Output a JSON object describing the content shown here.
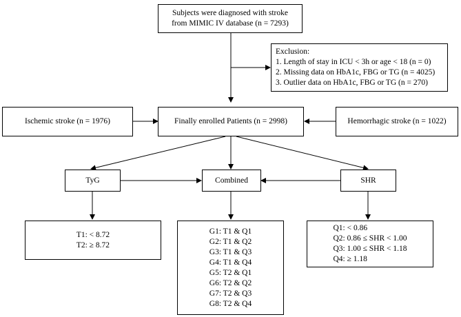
{
  "top": {
    "line1": "Subjects were diagnosed with stroke",
    "line2": "from MIMIC IV database (n = 7293)"
  },
  "exclusion": {
    "title": "Exclusion:",
    "items": [
      "1. Length of stay in ICU  < 3h or age  < 18 (n = 0)",
      "2. Missing data on HbA1c, FBG or TG (n = 4025)",
      "3. Outlier data on HbA1c, FBG or TG (n = 270)"
    ]
  },
  "ischemic": "Ischemic stroke (n = 1976)",
  "enrolled": "Finally enrolled Patients (n = 2998)",
  "hemorrhagic": "Hemorrhagic stroke (n = 1022)",
  "tyg": "TyG",
  "combined": "Combined",
  "shr": "SHR",
  "tyg_groups": [
    "T1: < 8.72",
    "T2: ≥ 8.72"
  ],
  "combined_groups": [
    "G1: T1 & Q1",
    "G2: T1 & Q2",
    "G3: T1 & Q3",
    "G4: T1 & Q4",
    "G5: T2 & Q1",
    "G6: T2 & Q2",
    "G7: T2 & Q3",
    "G8: T2 & Q4"
  ],
  "shr_groups": [
    "Q1: < 0.86",
    "Q2: 0.86 ≤ SHR < 1.00",
    "Q3: 1.00 ≤ SHR < 1.18",
    "Q4: ≥ 1.18"
  ]
}
